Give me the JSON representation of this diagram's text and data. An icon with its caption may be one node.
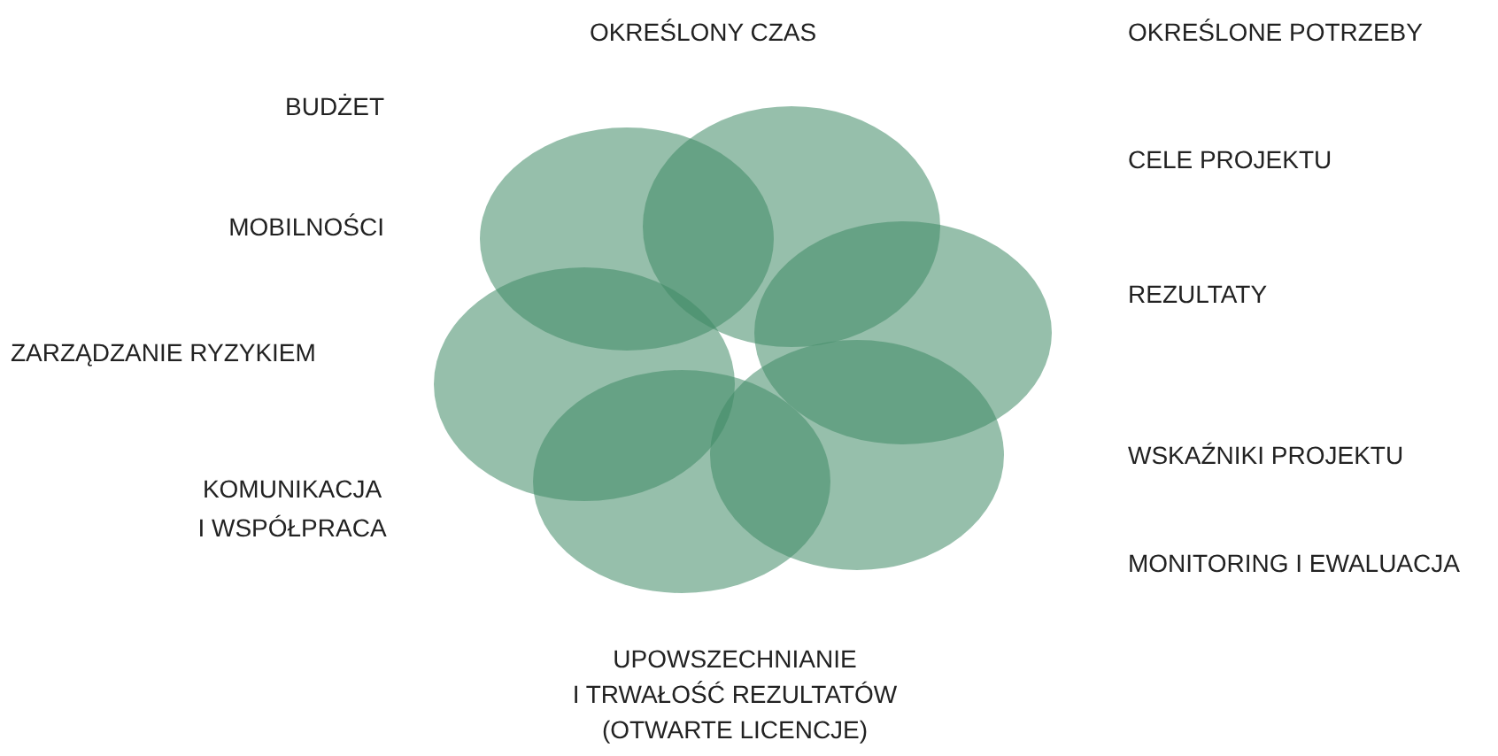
{
  "diagram": {
    "labels": [
      "OKREŚLONY CZAS",
      "OKREŚLONE POTRZEBY",
      "BUDŻET",
      "CELE PROJEKTU",
      "MOBILNOŚCI",
      "REZULTATY",
      "ZARZĄDZANIE RYZYKIEM",
      "WSKAŹNIKI PROJEKTU",
      "KOMUNIKACJA I WSPÓŁPRACA",
      "MONITORING I EWALUACJA",
      "UPOWSZECHNIANIE I TRWAŁOŚĆ REZULTATÓW (OTWARTE LICENCJE)"
    ]
  }
}
